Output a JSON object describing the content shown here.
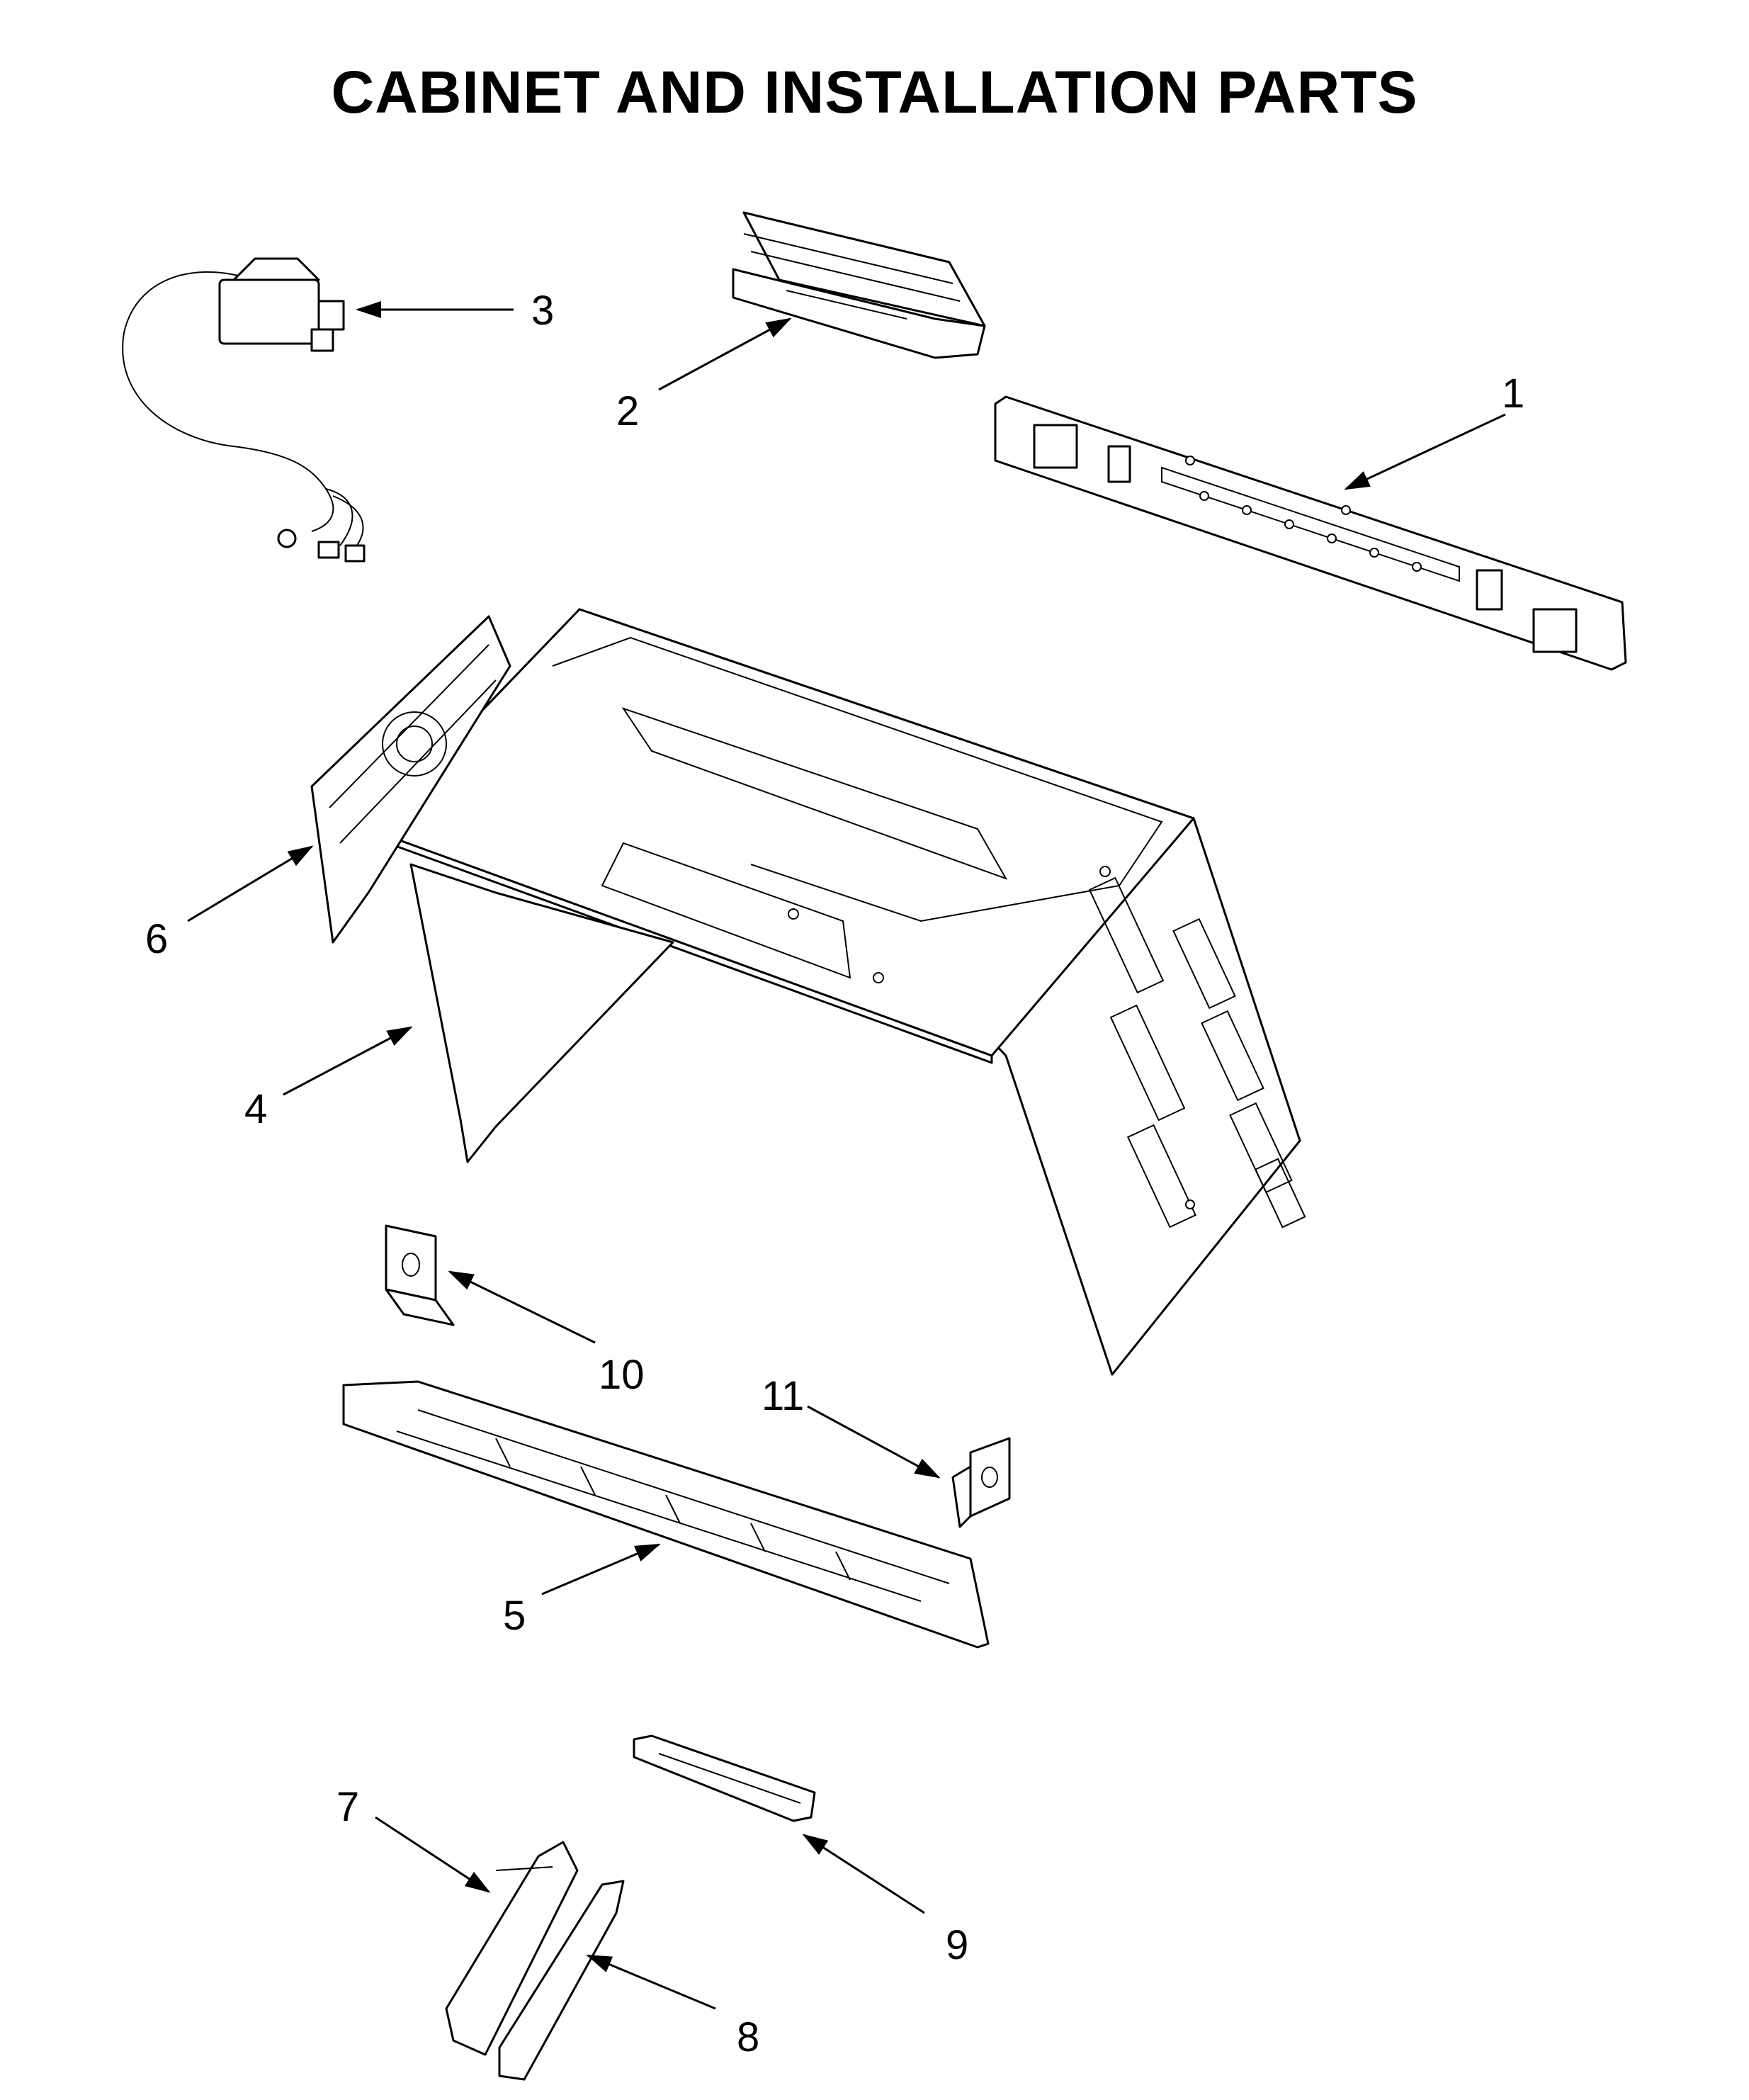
{
  "title": "CABINET AND INSTALLATION PARTS",
  "callouts": [
    {
      "id": "1",
      "label": "1"
    },
    {
      "id": "2",
      "label": "2"
    },
    {
      "id": "3",
      "label": "3"
    },
    {
      "id": "4",
      "label": "4"
    },
    {
      "id": "5",
      "label": "5"
    },
    {
      "id": "6",
      "label": "6"
    },
    {
      "id": "7",
      "label": "7"
    },
    {
      "id": "8",
      "label": "8"
    },
    {
      "id": "9",
      "label": "9"
    },
    {
      "id": "10",
      "label": "10"
    },
    {
      "id": "11",
      "label": "11"
    }
  ]
}
